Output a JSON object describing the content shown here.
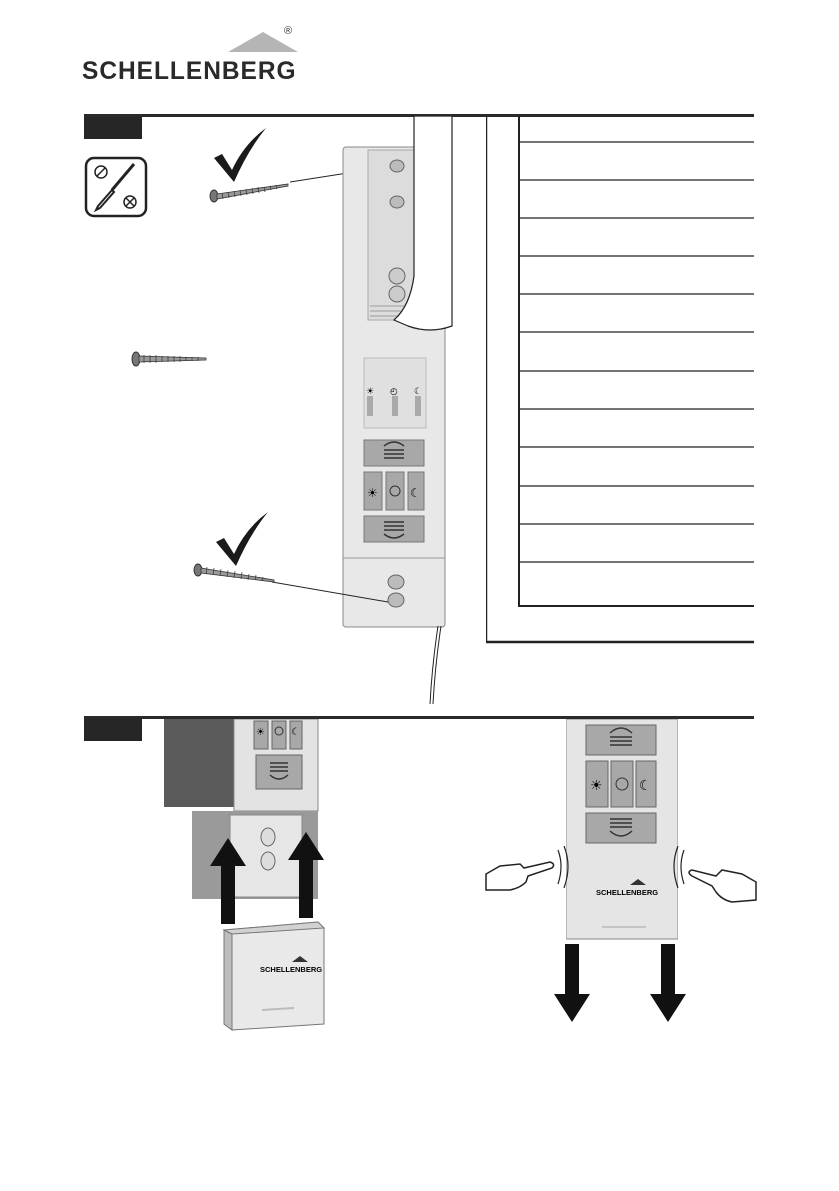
{
  "brand": {
    "name": "SCHELLENBERG",
    "registered_mark": "®"
  },
  "steps": [
    {
      "id": "step-1"
    },
    {
      "id": "step-2"
    }
  ],
  "icons": {
    "tool": "screwdriver-icon",
    "check": "checkmark-icon",
    "screw": "screw-icon",
    "hand": "pointing-hand-icon",
    "arrow_up": "arrow-up-icon",
    "arrow_down": "arrow-down-icon"
  },
  "device": {
    "mode_icons": [
      "sun-icon",
      "clock-icon",
      "moon-icon"
    ],
    "cover_brand": "SCHELLENBERG",
    "housing_brand": "SCHELLENBERG"
  },
  "answer_table": {
    "rows": 13
  },
  "colors": {
    "housing": "#e6e6e6",
    "button": "#a9a9a9",
    "dark": "#262626"
  }
}
